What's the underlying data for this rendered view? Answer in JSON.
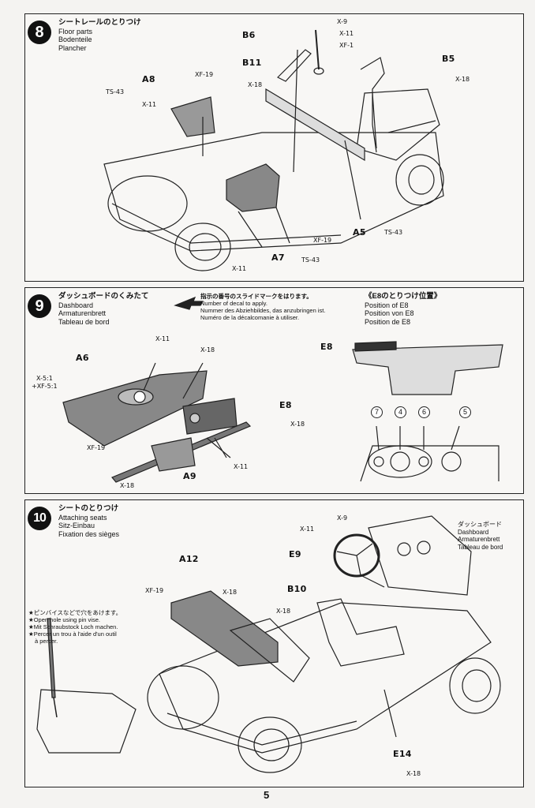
{
  "page_number": "5",
  "steps": [
    {
      "number": "8",
      "title_jp": "シートレールのとりつけ",
      "title_en": "Floor parts",
      "title_de": "Bodenteile",
      "title_fr": "Plancher",
      "labels": {
        "b6": "B6",
        "b11": "B11",
        "b5": "B5",
        "a8": "A8",
        "a5": "A5",
        "a7": "A7"
      },
      "fasteners": {
        "x9": "X-9",
        "x11a": "X-11",
        "xf1": "XF-1",
        "x18a": "X-18",
        "x18b": "X-18",
        "xf19a": "XF-19",
        "ts43a": "TS-43",
        "x11b": "X-11",
        "xf19b": "XF-19",
        "ts43b": "TS-43",
        "x11c": "X-11",
        "ts43c": "TS-43"
      }
    },
    {
      "number": "9",
      "title_jp": "ダッシュボードのくみたて",
      "title_en": "Dashboard",
      "title_de": "Armaturenbrett",
      "title_fr": "Tableau de bord",
      "decal_note_jp": "指示の番号のスライドマークをはります。",
      "decal_note_en": "Number of decal to apply.",
      "decal_note_de": "Nummer des Abziehbildes, das anzubringen ist.",
      "decal_note_fr": "Numéro de la décalcomanie à utiliser.",
      "position_jp": "《E8のとりつけ位置》",
      "position_en": "Position of E8",
      "position_de": "Position von E8",
      "position_fr": "Position de E8",
      "labels": {
        "a6": "A6",
        "e8a": "E8",
        "a9": "A9",
        "e8b": "E8"
      },
      "fasteners": {
        "x11a": "X-11",
        "x18a": "X-18",
        "x5": "X-5:1",
        "xf5": "+XF-5:1",
        "xf19": "XF-19",
        "x18b": "X-18",
        "x18c": "X-18",
        "x11b": "X-11"
      },
      "decals": [
        "7",
        "4",
        "6",
        "5"
      ]
    },
    {
      "number": "10",
      "title_jp": "シートのとりつけ",
      "title_en": "Attaching seats",
      "title_de": "Sitz-Einbau",
      "title_fr": "Fixation des sièges",
      "dash_jp": "ダッシュボード",
      "dash_en": "Dashboard",
      "dash_de": "Armaturenbrett",
      "dash_fr": "Tableau de bord",
      "pinvise_jp": "★ピンバイスなどで穴をあけます。",
      "pinvise_en": "★Open hole using pin vise.",
      "pinvise_de": "★Mit Schraubstock Loch machen.",
      "pinvise_fr1": "★Percer un trou à l'aide d'un outil",
      "pinvise_fr2": "à percer.",
      "labels": {
        "a12": "A12",
        "e9": "E9",
        "b10": "B10",
        "e14": "E14"
      },
      "fasteners": {
        "x9": "X-9",
        "x11": "X-11",
        "xf19": "XF-19",
        "x18a": "X-18",
        "x18b": "X-18",
        "x18c": "X-18"
      }
    }
  ]
}
